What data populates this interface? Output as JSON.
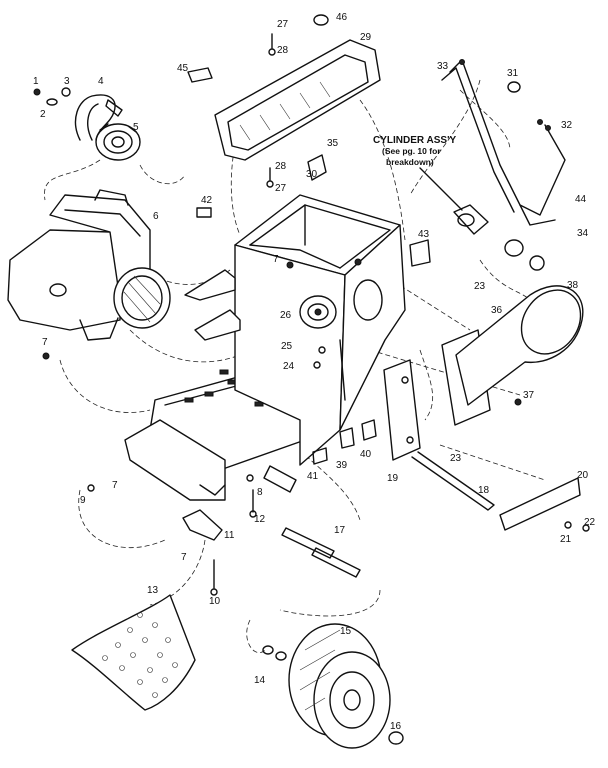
{
  "callout": {
    "line1": "CYLINDER ASS'Y",
    "line2": "(See pg. 10 for",
    "line3": "breakdown)"
  },
  "labels": {
    "l1": "1",
    "l2": "2",
    "l3": "3",
    "l4": "4",
    "l5": "5",
    "l6": "6",
    "l7a": "7",
    "l7b": "7",
    "l7c": "7",
    "l7d": "7",
    "l8": "8",
    "l9": "9",
    "l10": "10",
    "l11": "11",
    "l12": "12",
    "l13": "13",
    "l14": "14",
    "l15": "15",
    "l16": "16",
    "l17": "17",
    "l18": "18",
    "l19": "19",
    "l20": "20",
    "l21": "21",
    "l22": "22",
    "l23a": "23",
    "l23b": "23",
    "l24": "24",
    "l25": "25",
    "l26": "26",
    "l27a": "27",
    "l27b": "27",
    "l28a": "28",
    "l28b": "28",
    "l29": "29",
    "l30": "30",
    "l31": "31",
    "l32": "32",
    "l33": "33",
    "l34": "34",
    "l35": "35",
    "l36": "36",
    "l37": "37",
    "l38": "38",
    "l39": "39",
    "l40": "40",
    "l41": "41",
    "l42": "42",
    "l43": "43",
    "l44": "44",
    "l45": "45",
    "l46": "46"
  }
}
